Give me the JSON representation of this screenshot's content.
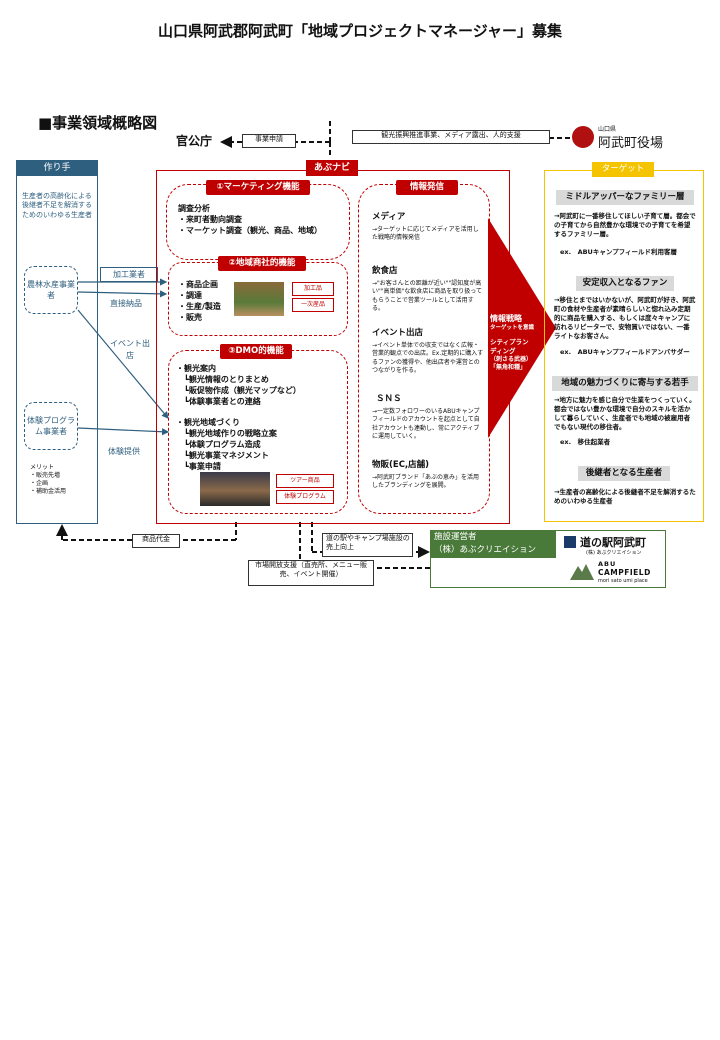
{
  "title": "山口県阿武郡阿武町「地域プロジェクトマネージャー」募集",
  "section_title": "■事業領域概略図",
  "top": {
    "kankocho": "官公庁",
    "jigyo_shinsei": "事業申請",
    "kanko_support": "観光振興推進事業、メディア露出、人的支援",
    "town_small": "山口県",
    "town_name": "阿武町役場"
  },
  "left": {
    "header": "作り手",
    "desc": "生産者の高齢化による後継者不足を解消するためのいわゆる生産者",
    "farm": "農林水産事業者",
    "experience": "体験プログラム事業者",
    "merit_title": "メリット",
    "merits": [
      "・販売先増",
      "・企画",
      "・補助金活用"
    ]
  },
  "flows": {
    "kakou": "加工業者",
    "chokusetsu": "直接納品",
    "event": "イベント出店",
    "taiken": "体験提供",
    "shohin_daikin": "商品代金",
    "michi_sales": "道の駅やキャンプ場施設の売上向上",
    "market": "市場開放支援（直売所、メニュー販売、イベント開催）"
  },
  "center": {
    "header": "あぶナビ",
    "marketing": {
      "label": "①マーケティング機能",
      "items": [
        "調査分析",
        "・来町者動向調査",
        "・マーケット調査（観光、商品、地域）"
      ]
    },
    "shosha": {
      "label": "②地域商社的機能",
      "items": [
        "・商品企画",
        "・調達",
        "・生産/製造",
        "・販売"
      ],
      "tag1": "加工品",
      "tag2": "一次産品"
    },
    "dmo": {
      "label": "③DMO的機能",
      "items": [
        "・観光案内",
        "┗観光情報のとりまとめ",
        "┗販促物作成（観光マップなど）",
        "┗体験事業者との連絡",
        "",
        "・観光地域づくり",
        "┗観光地域作りの戦略立案",
        "┗体験プログラム造成",
        "┗観光事業マネジメント",
        "┗事業申請"
      ],
      "tag1": "ツアー商品",
      "tag2": "体験プログラム"
    },
    "info": {
      "label": "情報発信",
      "media_h": "メディア",
      "media_t": "→ターゲットに応じてメディアを活用した戦略的情報発信",
      "food_h": "飲食店",
      "food_t": "→\"お客さんとの距離が近い\"\"認知度が高い\"\"高単価\"な飲食店に商品を取り扱ってもらうことで営業ツールとして活用する。",
      "event_h": "イベント出店",
      "event_t": "→イベント単体での収支ではなく広報・営業的観点での出店。Ex.定期的に購入するファンの獲得や、他出店者や運営とのつながりを作る。",
      "sns_h": "ＳＮＳ",
      "sns_t": "→一定数フォロワーのいるABUキャンプフィールドのアカウントを起点として自社アカウントも連動し、常にアクティブに運用していく。",
      "ec_h": "物販(EC,店舗)",
      "ec_t": "→阿武町ブランド「あぶの恵み」を活用したブランディングを展開。"
    },
    "arrow": {
      "l1": "情報戦略",
      "l2": "ターゲットを意識",
      "l3": "シティプランディング",
      "l4": "（刺さる武器）",
      "l5": "「無角和種」"
    }
  },
  "right": {
    "header": "ターゲット",
    "t1_h": "ミドルアッパーなファミリー層",
    "t1_t": "→阿武町に一番移住してほしい子育て層。都会での子育てから自然豊かな環境での子育てを希望するファミリー層。",
    "t1_ex": "ex.　ABUキャンプフィールド利用客層",
    "t2_h": "安定収入となるファン",
    "t2_t": "→移住とまではいかないが、阿武町が好き、阿武町の食材や生産者が素晴らしいと惚れ込み定期的に商品を購入する、もしくは度々キャンプに訪れるリピーターで、安物買いではない、一番ライトなお客さん。",
    "t2_ex": "ex.　ABUキャンプフィールドアンバサダー",
    "t3_h": "地域の魅力づくりに寄与する若手",
    "t3_t": "→地方に魅力を感じ自分で生業をつくっていく。都会ではない豊かな環境で自分のスキルを活かして暮らしていく、生産者でも地域の被雇用者でもない現代の移住者。",
    "t3_ex": "ex.　移住起業者",
    "t4_h": "後継者となる生産者",
    "t4_t": "→生産者の高齢化による後継者不足を解消するためのいわゆる生産者"
  },
  "bottom": {
    "operator1": "施設運営者",
    "operator2": "（株）あぶクリエイション",
    "michi_logo": "道の駅阿武町",
    "michi_sub": "(株) あぶクリエイション",
    "abu": "ABU",
    "campfield": "CAMPFIELD",
    "campsub": "mori sato umi place"
  }
}
